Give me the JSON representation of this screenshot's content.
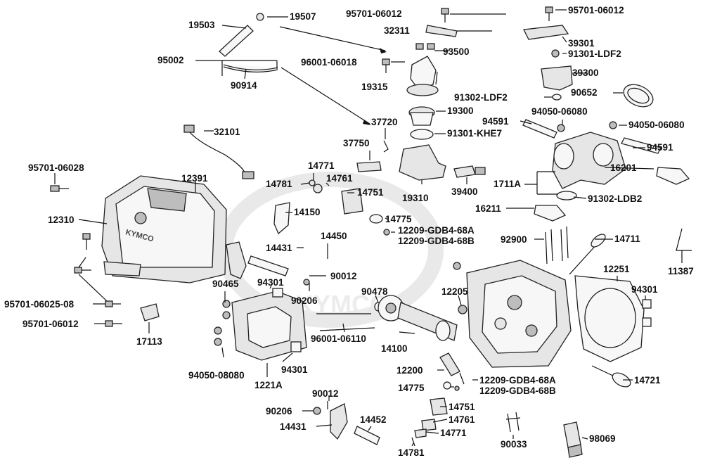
{
  "labels": {
    "p19507": "19507",
    "p19503": "19503",
    "p95002": "95002",
    "p90914": "90914",
    "p32101": "32101",
    "p95701_06028": "95701-06028",
    "p12391": "12391",
    "p12310": "12310",
    "p95701_06025_08": "95701-06025-08",
    "p95701_06012_left": "95701-06012",
    "p17113": "17113",
    "p95701_06012_a": "95701-06012",
    "p32311": "32311",
    "p93500": "93500",
    "p96001_06018": "96001-06018",
    "p19315": "19315",
    "p19300": "19300",
    "p37720": "37720",
    "p91301_khe7": "91301-KHE7",
    "p37750": "37750",
    "p19310": "19310",
    "p39400": "39400",
    "p95701_06012_b": "95701-06012",
    "p39301": "39301",
    "p91301_ldf2": "91301-LDF2",
    "p39300": "39300",
    "p91302_ldf2": "91302-LDF2",
    "p90652": "90652",
    "p94591_a": "94591",
    "p94050_06080_a": "94050-06080",
    "p94050_06080_b": "94050-06080",
    "p94591_b": "94591",
    "p1711a": "1711A",
    "p16201": "16201",
    "p91302_ldb2": "91302-LDB2",
    "p16211": "16211",
    "p14771_a": "14771",
    "p14781_a": "14781",
    "p14761_a": "14761",
    "p14751_a": "14751",
    "p14150": "14150",
    "p14775_a": "14775",
    "p12209_gdb4_68a_a": "12209-GDB4-68A",
    "p12209_gdb4_68b_a": "12209-GDB4-68B",
    "p14431_a": "14431",
    "p14450": "14450",
    "p90012_a": "90012",
    "p92900": "92900",
    "p14711": "14711",
    "p11387": "11387",
    "p90465": "90465",
    "p94301_a": "94301",
    "p90206_a": "90206",
    "p90478": "90478",
    "p12205": "12205",
    "p12251": "12251",
    "p94301_b": "94301",
    "p96001_06110": "96001-06110",
    "p14100": "14100",
    "p94050_08080": "94050-08080",
    "p94301_c": "94301",
    "p1221a": "1221A",
    "p12200": "12200",
    "p12209_gdb4_68a_b": "12209-GDB4-68A",
    "p12209_gdb4_68b_b": "12209-GDB4-68B",
    "p14775_b": "14775",
    "p14721": "14721",
    "p90012_b": "90012",
    "p90206_b": "90206",
    "p14431_b": "14431",
    "p14452": "14452",
    "p14751_b": "14751",
    "p14761_b": "14761",
    "p14771_b": "14771",
    "p14781_b": "14781",
    "p90033": "90033",
    "p98069": "98069"
  },
  "watermark": "KYMCO"
}
